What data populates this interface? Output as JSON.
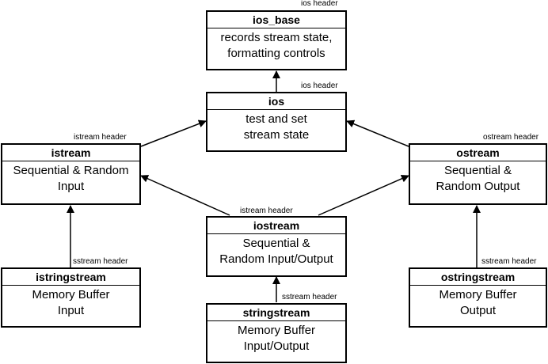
{
  "nodes": {
    "ios_base": {
      "title": "ios_base",
      "desc": [
        "records stream state,",
        "formatting controls"
      ],
      "header": "ios header"
    },
    "ios": {
      "title": "ios",
      "desc": [
        "test and set",
        "stream state"
      ],
      "header": "ios header"
    },
    "istream": {
      "title": "istream",
      "desc": [
        "Sequential & Random",
        "Input"
      ],
      "header": "istream header"
    },
    "ostream": {
      "title": "ostream",
      "desc": [
        "Sequential &",
        "Random Output"
      ],
      "header": "ostream header"
    },
    "iostream": {
      "title": "iostream",
      "desc": [
        "Sequential &",
        "Random Input/Output"
      ],
      "header": "istream header"
    },
    "istringstream": {
      "title": "istringstream",
      "desc": [
        "Memory Buffer",
        "Input"
      ],
      "header": "sstream header"
    },
    "ostringstream": {
      "title": "ostringstream",
      "desc": [
        "Memory Buffer",
        "Output"
      ],
      "header": "sstream header"
    },
    "stringstream": {
      "title": "stringstream",
      "desc": [
        "Memory Buffer",
        "Input/Output"
      ],
      "header": "sstream header"
    }
  },
  "edges": [
    {
      "from": "ios",
      "to": "ios_base"
    },
    {
      "from": "istream",
      "to": "ios"
    },
    {
      "from": "ostream",
      "to": "ios"
    },
    {
      "from": "iostream",
      "to": "istream"
    },
    {
      "from": "iostream",
      "to": "ostream"
    },
    {
      "from": "istringstream",
      "to": "istream"
    },
    {
      "from": "ostringstream",
      "to": "ostream"
    },
    {
      "from": "stringstream",
      "to": "iostream"
    }
  ]
}
